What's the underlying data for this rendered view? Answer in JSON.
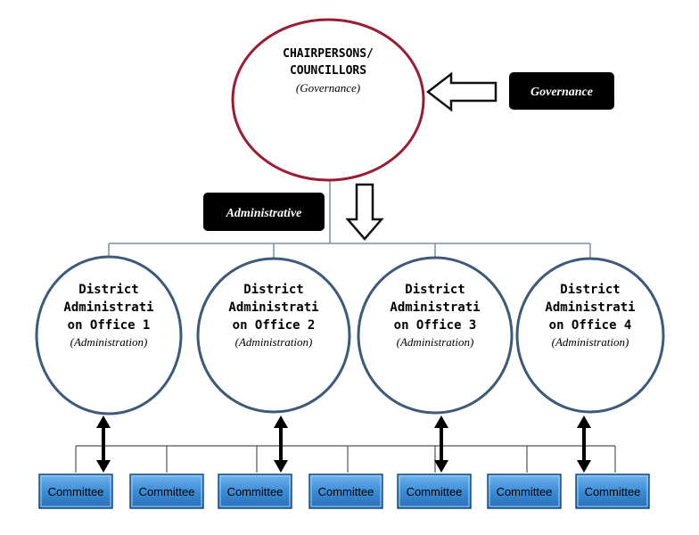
{
  "top_node": {
    "line1": "CHAIRPERSONS/",
    "line2": "COUNCILLORS",
    "subtitle": "(Governance)"
  },
  "labels": {
    "governance": "Governance",
    "administrative": "Administrative"
  },
  "districts": [
    {
      "line1": "District",
      "line2": "Administrati",
      "line3": "on Office 1",
      "subtitle": "(Administration)"
    },
    {
      "line1": "District",
      "line2": "Administrati",
      "line3": "on Office 2",
      "subtitle": "(Administration)"
    },
    {
      "line1": "District",
      "line2": "Administrati",
      "line3": "on Office 3",
      "subtitle": "(Administration)"
    },
    {
      "line1": "District",
      "line2": "Administrati",
      "line3": "on Office 4",
      "subtitle": "(Administration)"
    }
  ],
  "committees": [
    "Committee",
    "Committee",
    "Committee",
    "Committee",
    "Committee",
    "Committee",
    "Committee"
  ],
  "colors": {
    "top_border": "#9b1b30",
    "district_border": "#3d5a7a",
    "connector": "#7a8fa8",
    "label_bg": "#000000",
    "committee_fill": "#3c8dd6",
    "committee_border": "#1a4f86"
  }
}
